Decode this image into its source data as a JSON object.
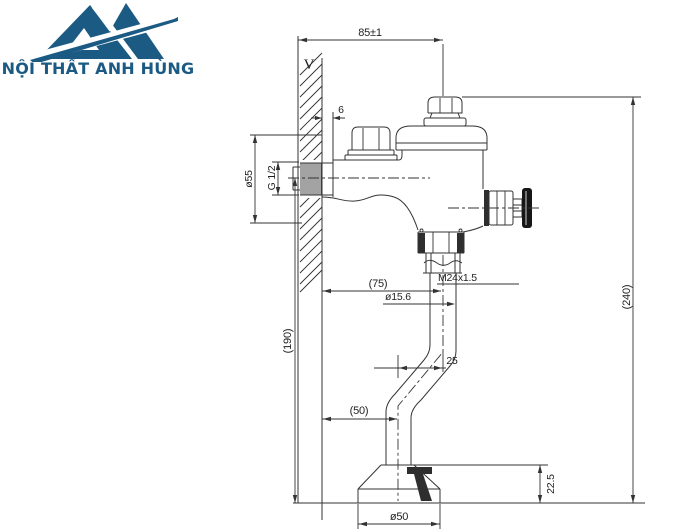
{
  "logo": {
    "brand_name": "NỘI THẤT ANH HÙNG",
    "color": "#1b5a83"
  },
  "drawing": {
    "view_label": "V",
    "dimensions": {
      "wall_to_axis": "85±1",
      "wall_gap": "6",
      "flange_diameter": "ø55",
      "inlet_thread": "G 1/2",
      "wall_to_axis_ref": "(75)",
      "coupling_thread": "M24x1.5",
      "pipe_diameter": "ø15.6",
      "axis_offset": "25",
      "inlet_height_ref": "(190)",
      "wall_to_pipe_ref": "(50)",
      "total_height_ref": "(240)",
      "base_height": "22.5",
      "base_diameter": "ø50"
    }
  }
}
